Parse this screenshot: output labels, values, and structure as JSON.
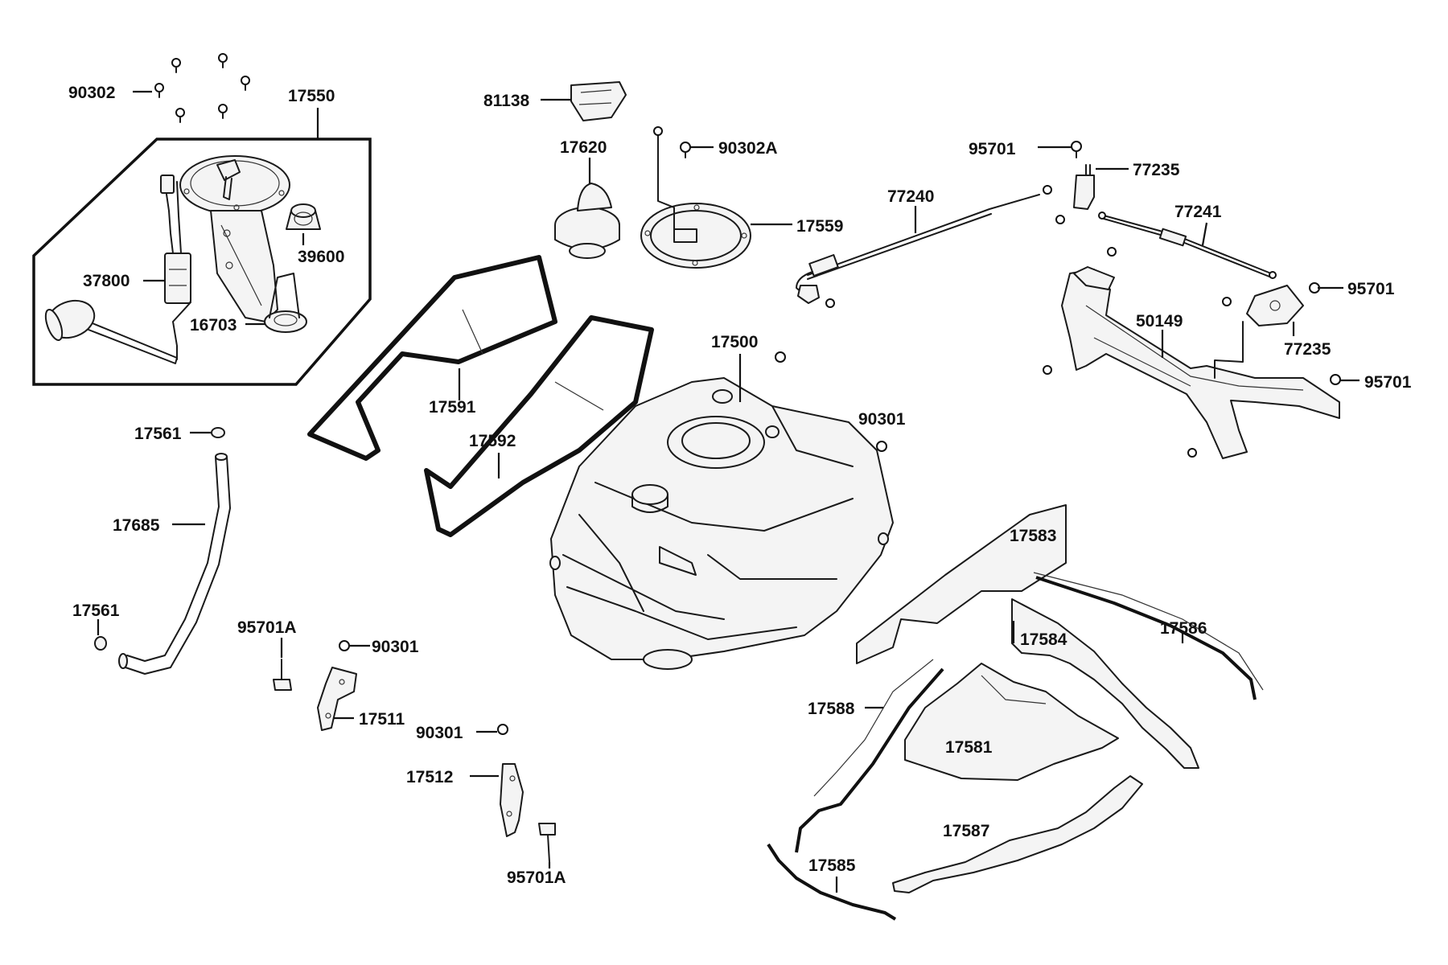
{
  "parts": {
    "p90302": "90302",
    "p17550": "17550",
    "p39600": "39600",
    "p37800": "37800",
    "p16703": "16703",
    "p81138": "81138",
    "p17620": "17620",
    "p90302A": "90302A",
    "p17559": "17559",
    "p95701_top": "95701",
    "p77235_top": "77235",
    "p77240": "77240",
    "p77241": "77241",
    "p95701_mid": "95701",
    "p50149": "50149",
    "p77235_low": "77235",
    "p95701_low": "95701",
    "p17500": "17500",
    "p90301_a": "90301",
    "p17591": "17591",
    "p17592": "17592",
    "p17561_top": "17561",
    "p17685": "17685",
    "p17561_low": "17561",
    "p95701A_top": "95701A",
    "p90301_b": "90301",
    "p17511": "17511",
    "p90301_c": "90301",
    "p17512": "17512",
    "p95701A_low": "95701A",
    "p17583": "17583",
    "p17584": "17584",
    "p17586": "17586",
    "p17588": "17588",
    "p17581": "17581",
    "p17587": "17587",
    "p17585": "17585"
  }
}
